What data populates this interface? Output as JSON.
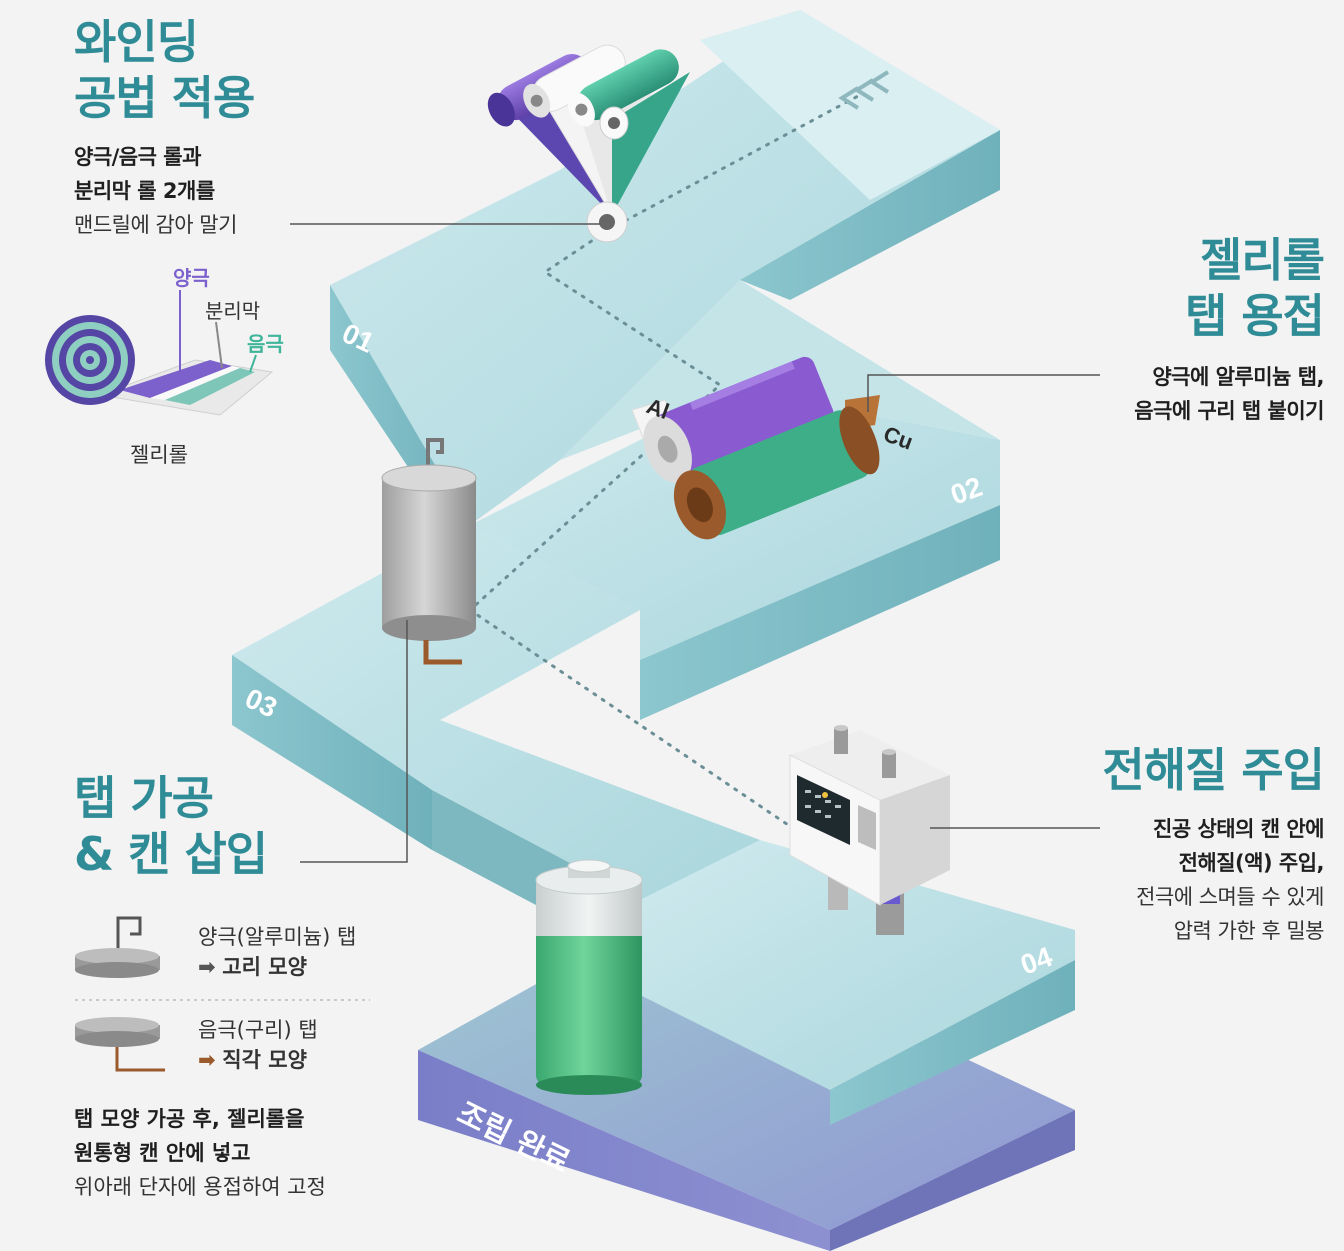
{
  "steps": [
    {
      "number": "01",
      "title": [
        "와인딩",
        "공법 적용"
      ],
      "description": [
        "양극/음극 롤과",
        "분리막 롤 2개를",
        "맨드릴에 감아 말기"
      ]
    },
    {
      "number": "02",
      "title": [
        "젤리롤",
        "탭 용접"
      ],
      "description": [
        "양극에 알루미늄 탭,",
        "음극에 구리 탭 붙이기"
      ]
    },
    {
      "number": "03",
      "title": [
        "탭 가공",
        "& 캔 삽입"
      ],
      "description": [
        "탭 모양 가공 후, 젤리롤을",
        "원통형 캔 안에 넣고",
        "위아래 단자에 용접하여 고정"
      ]
    },
    {
      "number": "04",
      "title": [
        "전해질 주입"
      ],
      "description": [
        "진공 상태의 캔 안에",
        "전해질(액) 주입,",
        "전극에 스며들 수 있게",
        "압력 가한 후 밀봉"
      ]
    }
  ],
  "final_label": "조립 완료",
  "jellyroll_legend": {
    "cathode": "양극",
    "separator": "분리막",
    "anode": "음극",
    "caption": "젤리롤"
  },
  "tab_labels": {
    "aluminum": "Al",
    "copper": "Cu"
  },
  "tab_shapes": [
    {
      "name": "양극(알루미늄)  탭",
      "shape": "고리 모양",
      "color": "#555555"
    },
    {
      "name": "음극(구리)  탭",
      "shape": "직각 모양",
      "color": "#9a5a2c"
    }
  ],
  "colors": {
    "title": "#2f8c96",
    "platform_top": "#b5dde2",
    "platform_side": "#7fbcc5",
    "final_platform": "#7c7fc4",
    "cathode": "#7b5cc8",
    "anode": "#3fb59a",
    "copper": "#9a5a2c"
  }
}
